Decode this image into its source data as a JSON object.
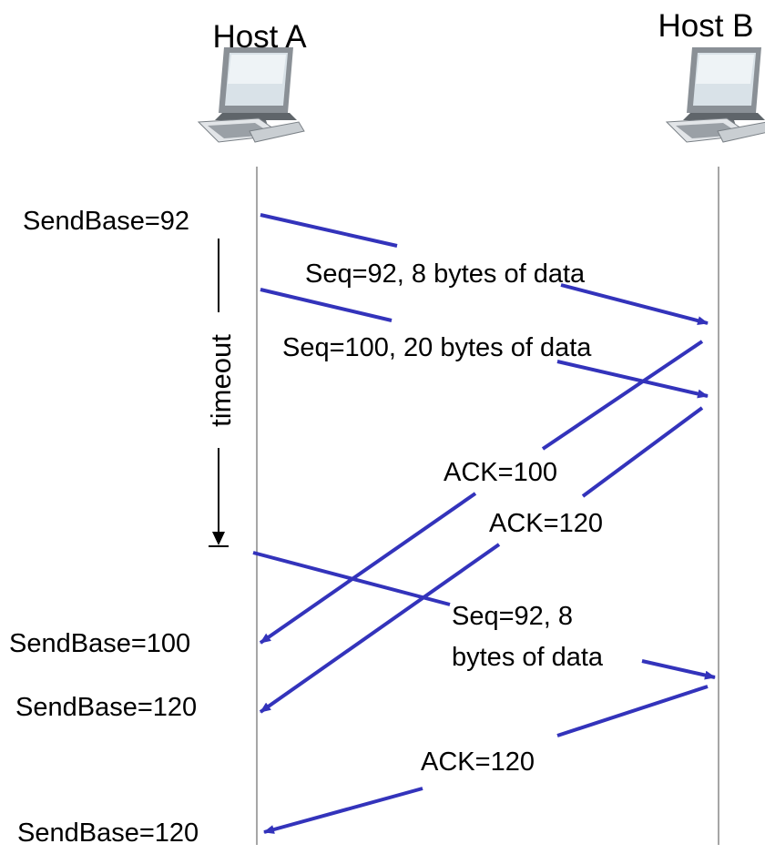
{
  "hosts": {
    "a": {
      "label": "Host A"
    },
    "b": {
      "label": "Host B"
    }
  },
  "sendbase_labels": {
    "initial": "SendBase=92",
    "after_ack_100": "SendBase=100",
    "after_ack_120": "SendBase=120",
    "final": "SendBase=120"
  },
  "segments": {
    "seg1": "Seq=92, 8 bytes of data",
    "seg2": "Seq=100, 20 bytes of data",
    "retx_line1": "Seq=92,  8",
    "retx_line2": "bytes of data"
  },
  "acks": {
    "ack1": "ACK=100",
    "ack2": "ACK=120",
    "ack3": "ACK=120"
  },
  "timeout_label": "timeout",
  "colors": {
    "arrow": "#3333bb",
    "timeline": "#888888",
    "text": "#000000"
  }
}
